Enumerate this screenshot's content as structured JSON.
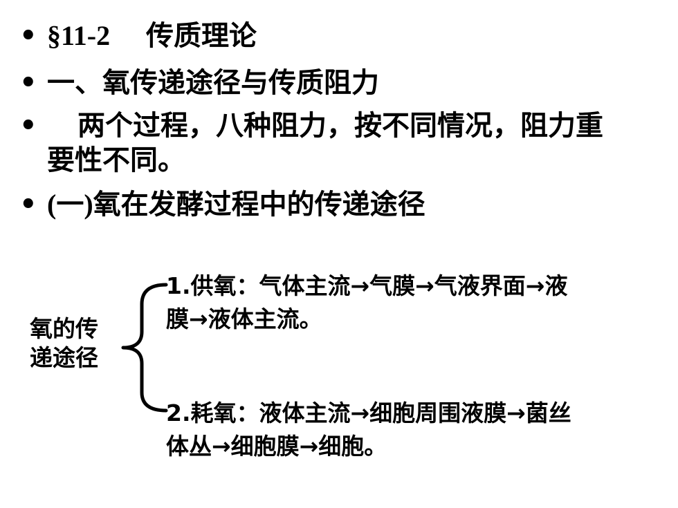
{
  "bullets": {
    "symbol": "•",
    "row1_num": "§11-2",
    "row1_text": "传质理论",
    "row2_text": "一、氧传递途径与传质阻力",
    "row3_line1": "两个过程，八种阻力，按不同情况，阻力重",
    "row3_line2": "要性不同。",
    "row4_paren": "(一)",
    "row4_text": "氧在发酵过程中的传递途径"
  },
  "diagram": {
    "label_line1": "氧的传",
    "label_line2": "递途径",
    "branch1_line1": "1.供氧：气体主流→气膜→气液界面→液",
    "branch1_line2": "膜→液体主流。",
    "branch2_line1": "2.耗氧：液体主流→细胞周围液膜→菌丝",
    "branch2_line2": "体丛→细胞膜→细胞。"
  }
}
